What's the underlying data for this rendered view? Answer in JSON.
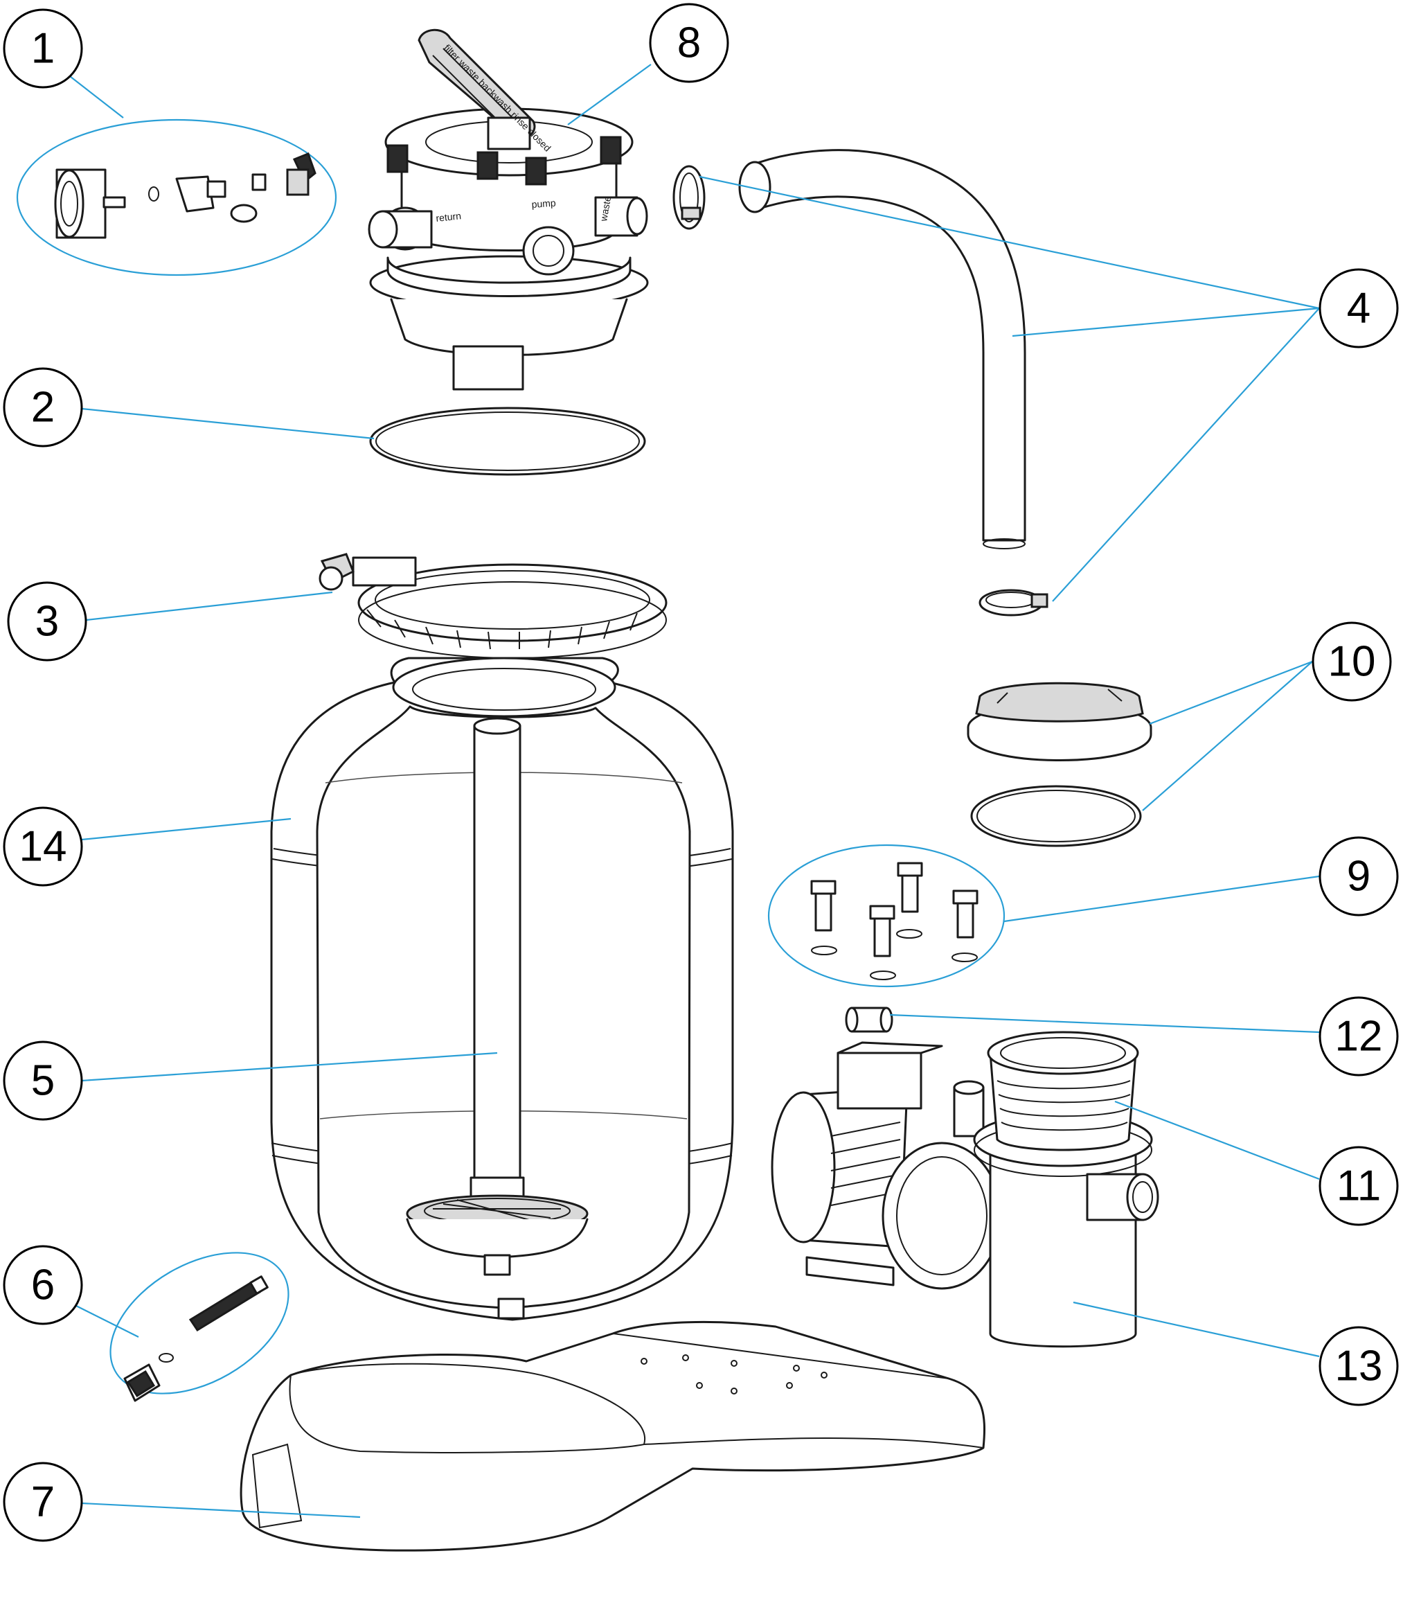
{
  "diagram": {
    "leader_color": "#2a9fd6",
    "callouts": [
      {
        "id": "c1",
        "label": "1"
      },
      {
        "id": "c2",
        "label": "2"
      },
      {
        "id": "c3",
        "label": "3"
      },
      {
        "id": "c4",
        "label": "4"
      },
      {
        "id": "c5",
        "label": "5"
      },
      {
        "id": "c6",
        "label": "6"
      },
      {
        "id": "c7",
        "label": "7"
      },
      {
        "id": "c8",
        "label": "8"
      },
      {
        "id": "c9",
        "label": "9"
      },
      {
        "id": "c10",
        "label": "10"
      },
      {
        "id": "c11",
        "label": "11"
      },
      {
        "id": "c12",
        "label": "12"
      },
      {
        "id": "c13",
        "label": "13"
      },
      {
        "id": "c14",
        "label": "14"
      }
    ],
    "valve_markings": {
      "return": "return",
      "pump": "pump",
      "waste": "waste",
      "handle": "filter  waste  backwash  rinse  closed"
    }
  }
}
